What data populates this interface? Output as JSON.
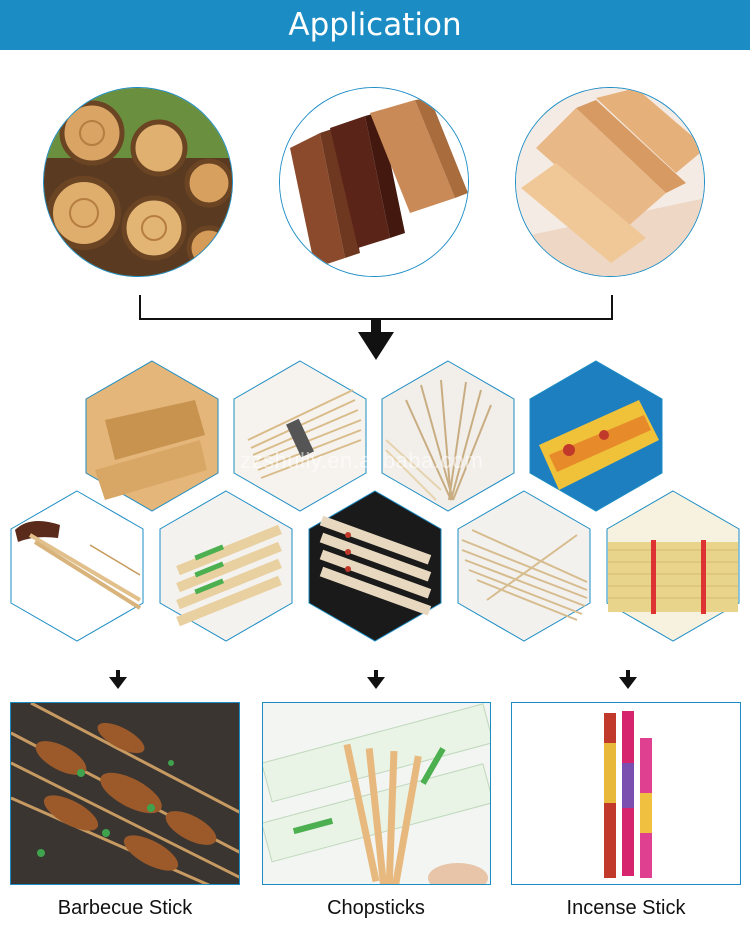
{
  "header": {
    "title": "Application"
  },
  "watermark": {
    "text": "zzshuliy.en.alibaba.com"
  },
  "products": [
    {
      "label": "Barbecue Stick"
    },
    {
      "label": "Chopsticks"
    },
    {
      "label": "Incense Stick"
    }
  ],
  "colors": {
    "accent": "#1b8cc4",
    "arrow": "#111111"
  }
}
